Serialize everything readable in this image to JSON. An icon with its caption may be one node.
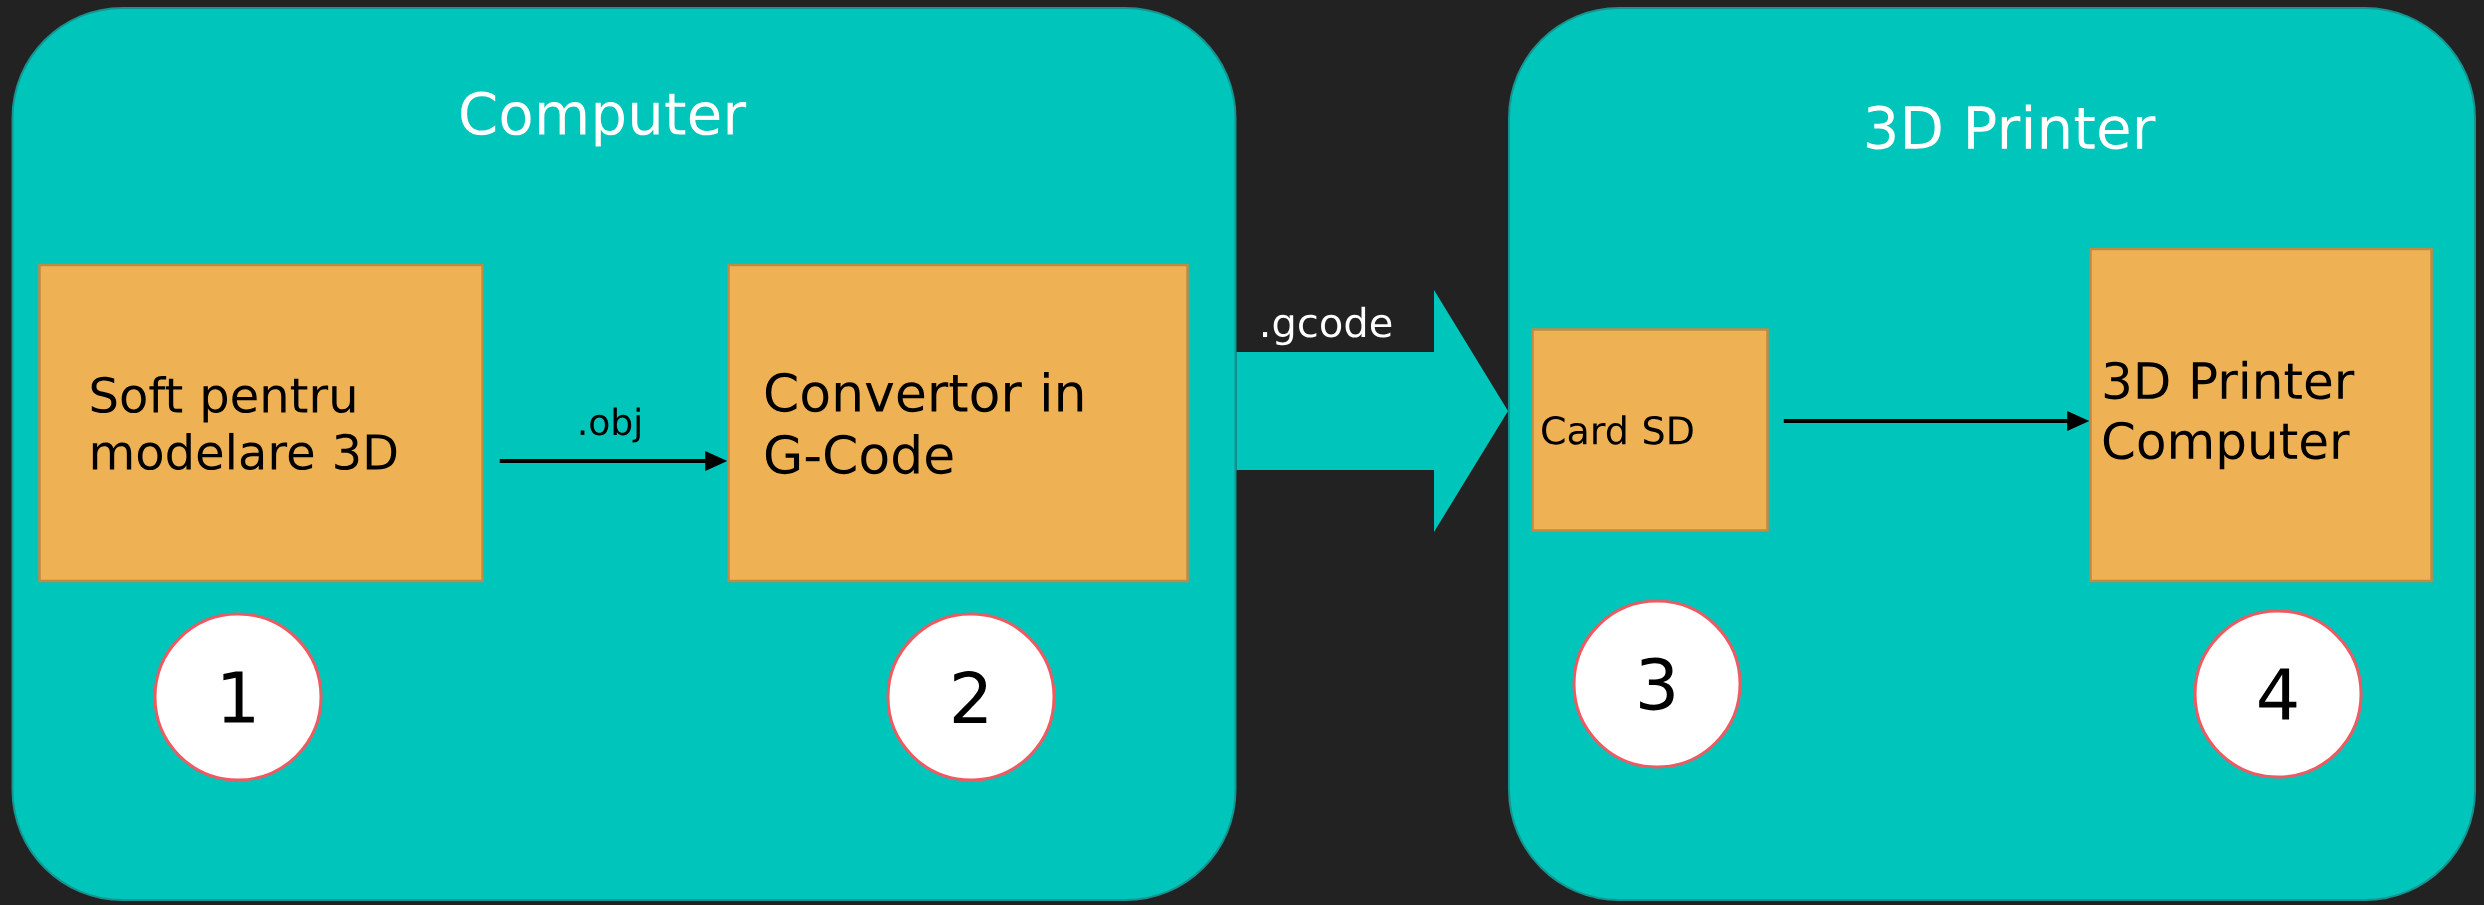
{
  "diagram": {
    "nodes": [
      {
        "text": [
          "Computer"
        ]
      },
      {
        "text": [
          "Soft pentru modelare 3D"
        ],
        "in": 0
      },
      {
        "text": [
          "Convertor in G-Code"
        ],
        "in": 0
      },
      {
        "text": [
          "1"
        ],
        "in": 0
      },
      {
        "text": [
          "2"
        ],
        "in": 0
      },
      {
        "text": [
          "3D Printer"
        ]
      },
      {
        "text": [
          "Card SD"
        ],
        "in": 5
      },
      {
        "text": [
          "3D Printer Computer"
        ],
        "in": 5
      },
      {
        "text": [
          "3"
        ],
        "in": 5
      },
      {
        "text": [
          "4"
        ],
        "in": 5
      }
    ],
    "edges": [
      {
        "from": 1,
        "to": 2,
        "arrow": "to",
        "label": ".obj"
      },
      {
        "from": 0,
        "to": 5,
        "arrow": "to",
        "label": ".gcode",
        "style": "thick",
        "color": "#00c5bb"
      },
      {
        "from": 6,
        "to": 7,
        "arrow": "to"
      }
    ]
  }
}
